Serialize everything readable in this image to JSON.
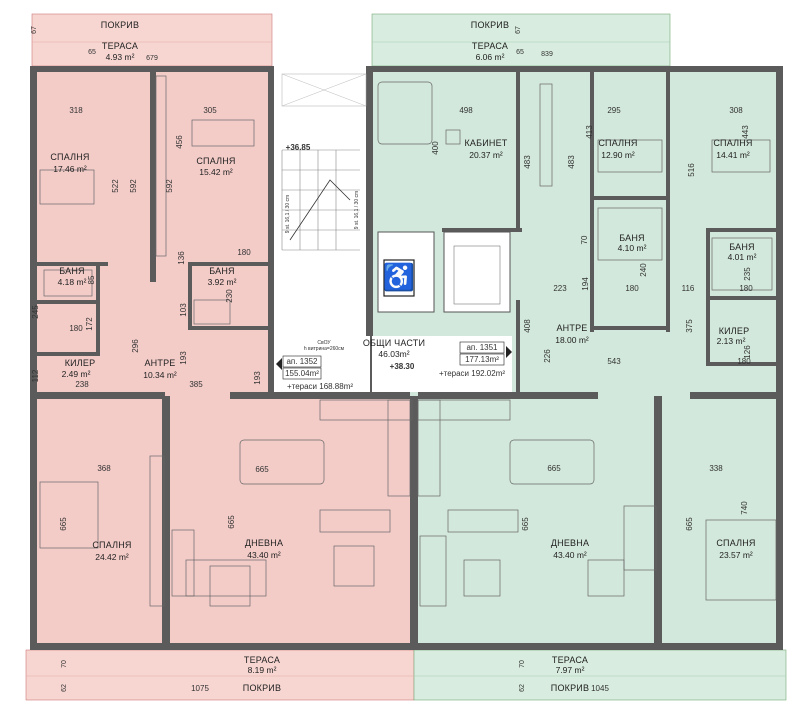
{
  "colors": {
    "pink_zone": "#f3ccc8",
    "green_zone": "#d3e8dc",
    "wall": "#5b5b5b",
    "terrace_pink": "#f7d6d2",
    "terrace_green": "#d8ecdf"
  },
  "top": {
    "roof_left": "ПОКРИВ",
    "roof_left_dim": "67",
    "terrace_left": "ТЕРАСА",
    "terrace_left_area": "4.93 m²",
    "terrace_left_dims": [
      "65",
      "679"
    ],
    "roof_right": "ПОКРИВ",
    "roof_right_dim": "67",
    "terrace_right": "ТЕРАСА",
    "terrace_right_area": "6.06 m²",
    "terrace_right_dims": [
      "65",
      "839"
    ]
  },
  "bottom": {
    "terrace_left": "ТЕРАСА",
    "terrace_left_area": "8.19 m²",
    "roof_left": "ПОКРИВ",
    "roof_left_dim": "1075",
    "terrace_right": "ТЕРАСА",
    "terrace_right_area": "7.97 m²",
    "roof_right": "ПОКРИВ",
    "roof_right_dim": "1045",
    "side_dims": [
      "70",
      "62",
      "70",
      "62"
    ]
  },
  "rooms_left": [
    {
      "name": "СПАЛНЯ",
      "area": "17.46 m²"
    },
    {
      "name": "СПАЛНЯ",
      "area": "15.42 m²"
    },
    {
      "name": "БАНЯ",
      "area": "4.18 m²"
    },
    {
      "name": "БАНЯ",
      "area": "3.92 m²"
    },
    {
      "name": "КИЛЕР",
      "area": "2.49 m²"
    },
    {
      "name": "АНТРЕ",
      "area": "10.34 m²"
    },
    {
      "name": "СПАЛНЯ",
      "area": "24.42 m²"
    },
    {
      "name": "ДНЕВНА",
      "area": "43.40 m²"
    }
  ],
  "rooms_right": [
    {
      "name": "КАБИНЕТ",
      "area": "20.37 m²"
    },
    {
      "name": "СПАЛНЯ",
      "area": "12.90 m²"
    },
    {
      "name": "СПАЛНЯ",
      "area": "14.41 m²"
    },
    {
      "name": "БАНЯ",
      "area": "4.10 m²"
    },
    {
      "name": "БАНЯ",
      "area": "4.01 m²"
    },
    {
      "name": "АНТРЕ",
      "area": "18.00 m²"
    },
    {
      "name": "КИЛЕР",
      "area": "2.13 m²"
    },
    {
      "name": "ДНЕВНА",
      "area": "43.40 m²"
    },
    {
      "name": "СПАЛНЯ",
      "area": "23.57 m²"
    }
  ],
  "common": {
    "name": "ОБЩИ ЧАСТИ",
    "area": "46.03m²",
    "level_top": "+36.85",
    "level_mid": "+38.30",
    "stair_note_1": "9 st. 16,1 / 30 cm",
    "stair_note_2": "9 st. 16,1 / 30 cm",
    "shaft_note_1": "СвОУ",
    "shaft_note_2": "h витрина=260см"
  },
  "apartments": {
    "left_label": "ап. 1352",
    "left_area": "155.04m²",
    "left_terraces": "+тераси 168.88m²",
    "right_label": "ап. 1351",
    "right_area": "177.13m²",
    "right_terraces": "+тераси 192.02m²"
  },
  "dims_left": [
    "318",
    "305",
    "456",
    "522",
    "592",
    "592",
    "180",
    "136",
    "85",
    "245",
    "180",
    "172",
    "296",
    "103",
    "230",
    "193",
    "385",
    "193",
    "112",
    "238",
    "368",
    "665",
    "665",
    "665"
  ],
  "dims_right": [
    "498",
    "295",
    "308",
    "400",
    "483",
    "413",
    "483",
    "443",
    "516",
    "70",
    "240",
    "180",
    "235",
    "180",
    "223",
    "194",
    "116",
    "408",
    "226",
    "375",
    "543",
    "126",
    "180",
    "665",
    "338",
    "740",
    "665",
    "665"
  ]
}
